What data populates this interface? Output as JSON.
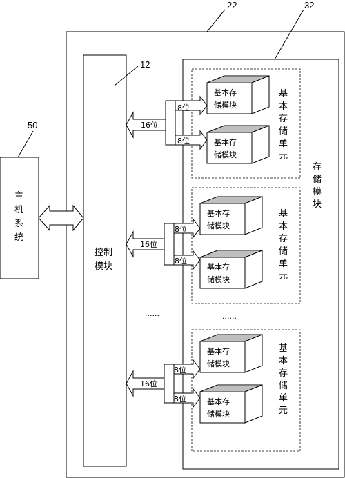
{
  "refs": {
    "outer": "22",
    "storage": "32",
    "control": "12",
    "host": "50"
  },
  "host_label": [
    "主",
    "机",
    "系",
    "统"
  ],
  "control_label": [
    "控制",
    "模块"
  ],
  "storage_label": [
    "存",
    "储",
    "模",
    "块"
  ],
  "unit_label": [
    "基",
    "本",
    "存",
    "储",
    "单",
    "元"
  ],
  "module_label": [
    "基本存",
    "储模块"
  ],
  "bus_wide": "16位",
  "bus_narrow": "8位",
  "ellipsis": "......"
}
